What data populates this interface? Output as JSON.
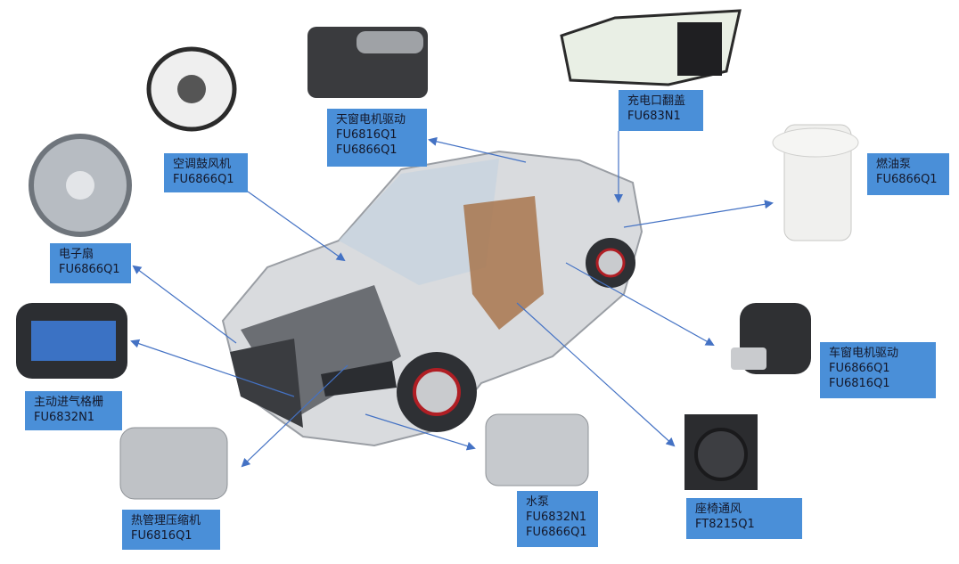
{
  "components": [
    {
      "name": "空调鼓风机",
      "parts": [
        "FU6866Q1"
      ]
    },
    {
      "name": "天窗电机驱动",
      "parts": [
        "FU6816Q1",
        "FU6866Q1"
      ]
    },
    {
      "name": "充电口翻盖",
      "parts": [
        "FU683N1"
      ]
    },
    {
      "name": "燃油泵",
      "parts": [
        "FU6866Q1"
      ]
    },
    {
      "name": "电子扇",
      "parts": [
        "FU6866Q1"
      ]
    },
    {
      "name": "车窗电机驱动",
      "parts": [
        "FU6866Q1",
        "FU6816Q1"
      ]
    },
    {
      "name": "主动进气格栅",
      "parts": [
        "FU6832N1"
      ]
    },
    {
      "name": "热管理压缩机",
      "parts": [
        "FU6816Q1"
      ]
    },
    {
      "name": "水泵",
      "parts": [
        "FU6832N1",
        "FU6866Q1"
      ]
    },
    {
      "name": "座椅通风",
      "parts": [
        "FT8215Q1"
      ]
    }
  ],
  "colors": {
    "label_bg": "#4a8fd8",
    "arrow": "#4472c4"
  }
}
